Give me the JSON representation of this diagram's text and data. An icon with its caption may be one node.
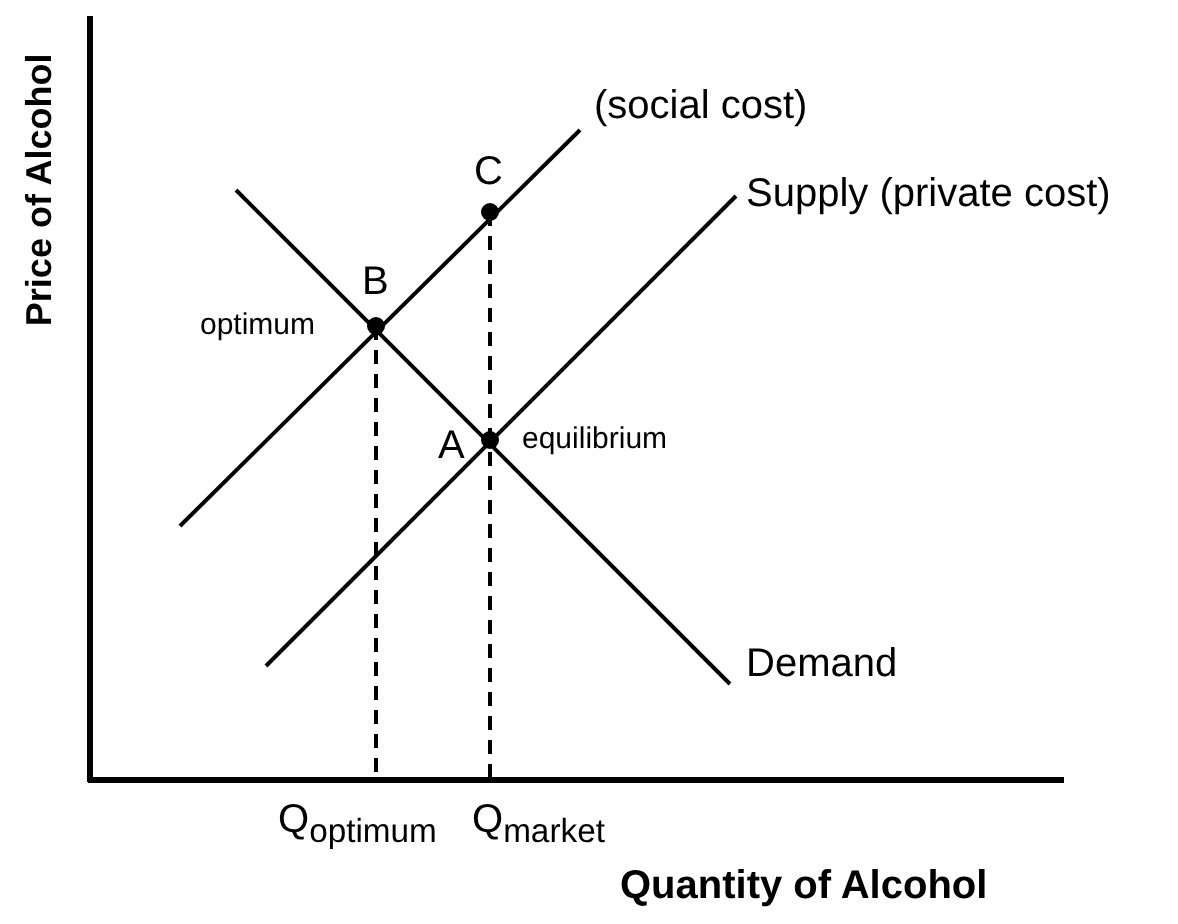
{
  "diagram": {
    "labels": [
      "Price of Alcohol",
      "(social cost)",
      "C",
      "Supply (private cost)",
      "B",
      "optimum",
      "A",
      "equilibrium",
      "Demand",
      "Q$_{optimum}$",
      "Q$_{market}$",
      "Quantity of Alcohol"
    ]
  }
}
